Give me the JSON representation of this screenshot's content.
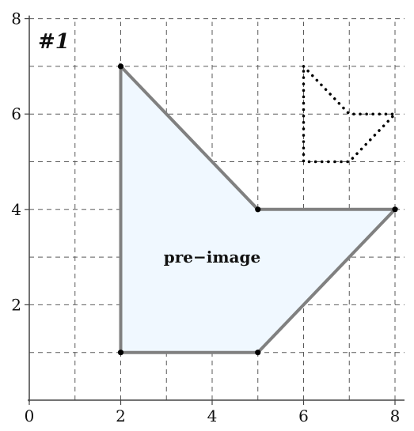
{
  "problem_label": "#1",
  "region_label": "pre−image",
  "chart_data": {
    "type": "scatter",
    "xlim": [
      0,
      8
    ],
    "ylim": [
      0,
      8
    ],
    "grid": true,
    "x_ticks": [
      0,
      2,
      4,
      6,
      8
    ],
    "y_ticks": [
      2,
      4,
      6,
      8
    ],
    "x_tick_labels": [
      "0",
      "2",
      "4",
      "6",
      "8"
    ],
    "y_tick_labels": [
      "2",
      "4",
      "6",
      "8"
    ],
    "pre_image": {
      "vertices": [
        [
          2,
          7
        ],
        [
          5,
          4
        ],
        [
          8,
          4
        ],
        [
          5,
          1
        ],
        [
          2,
          1
        ]
      ],
      "fill_color": "#f0f8ff",
      "stroke_color": "#808080"
    },
    "image": {
      "vertices": [
        [
          6,
          7
        ],
        [
          7,
          6
        ],
        [
          8,
          6
        ],
        [
          7,
          5
        ],
        [
          6,
          5
        ]
      ],
      "style": "dotted",
      "stroke_color": "#000000"
    },
    "region_label_position": [
      4,
      3
    ]
  }
}
